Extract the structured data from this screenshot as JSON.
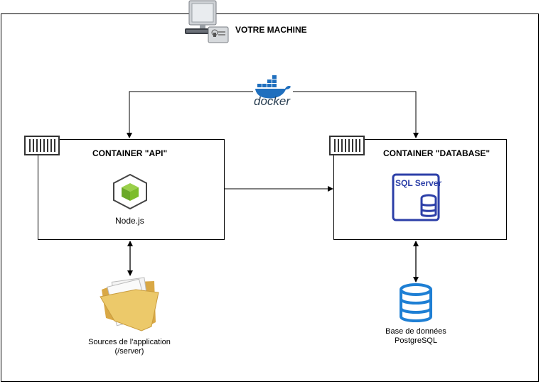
{
  "machine": {
    "label": "VOTRE MACHINE",
    "icon": "computer-icon"
  },
  "docker": {
    "label": "docker",
    "icon": "docker-whale-icon",
    "color": "#1f6fbe"
  },
  "containers": [
    {
      "id": "api",
      "title": "CONTAINER \"API\"",
      "icon": "container-icon",
      "service_label": "Node.js",
      "service_icon": "nodejs-icon"
    },
    {
      "id": "database",
      "title": "CONTAINER \"DATABASE\"",
      "icon": "container-icon",
      "service_label": "SQL Server",
      "service_icon": "sql-server-icon"
    }
  ],
  "sources": {
    "label_line1": "Sources de l'application",
    "label_line2": "(/server)",
    "icon": "folder-icon"
  },
  "database": {
    "label_line1": "Base de données",
    "label_line2": "PostgreSQL",
    "icon": "database-icon",
    "color": "#1e7fd4"
  },
  "colors": {
    "sql_blue": "#2c3fa8",
    "node_green": "#7dbd2c",
    "folder_yellow": "#e8c46a"
  }
}
